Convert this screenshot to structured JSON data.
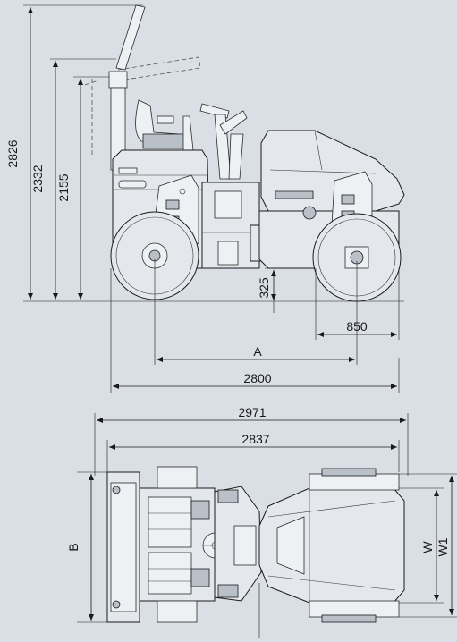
{
  "dimensions": {
    "height_2826": "2826",
    "height_2332": "2332",
    "height_2155": "2155",
    "ground_clearance": "325",
    "drum_overhang": "850",
    "wheelbase_label": "A",
    "overall_length": "2800",
    "width_2971": "2971",
    "width_2837": "2837",
    "label_b": "B",
    "label_w": "W",
    "label_w1": "W1"
  },
  "colors": {
    "background": "#d9dfe5",
    "line": "#1a1a1a"
  }
}
